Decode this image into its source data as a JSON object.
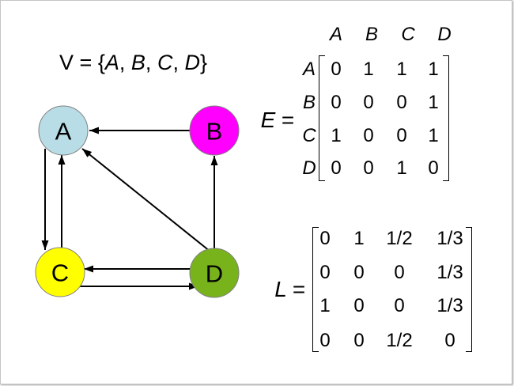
{
  "vertex_set": {
    "name": "V",
    "equals": "=",
    "open": "{",
    "items": [
      "A",
      "B",
      "C",
      "D"
    ],
    "separator": ",",
    "close": "}"
  },
  "graph": {
    "nodes": [
      {
        "label": "A",
        "color": "#b9dde6"
      },
      {
        "label": "B",
        "color": "#ff00ff"
      },
      {
        "label": "C",
        "color": "#ffff00"
      },
      {
        "label": "D",
        "color": "#78b31c"
      }
    ],
    "edges": [
      {
        "from": "B",
        "to": "A"
      },
      {
        "from": "D",
        "to": "A"
      },
      {
        "from": "D",
        "to": "B"
      },
      {
        "from": "A",
        "to": "C"
      },
      {
        "from": "C",
        "to": "A"
      },
      {
        "from": "D",
        "to": "C"
      },
      {
        "from": "C",
        "to": "D"
      }
    ]
  },
  "matrix_E": {
    "name": "E",
    "equals": "=",
    "col_headers": [
      "A",
      "B",
      "C",
      "D"
    ],
    "row_headers": [
      "A",
      "B",
      "C",
      "D"
    ],
    "rows": [
      [
        "0",
        "1",
        "1",
        "1"
      ],
      [
        "0",
        "0",
        "0",
        "1"
      ],
      [
        "1",
        "0",
        "0",
        "1"
      ],
      [
        "0",
        "0",
        "1",
        "0"
      ]
    ]
  },
  "matrix_L": {
    "name": "L",
    "equals": "=",
    "rows": [
      [
        "0",
        "1",
        "1/2",
        "1/3"
      ],
      [
        "0",
        "0",
        "0",
        "1/3"
      ],
      [
        "1",
        "0",
        "0",
        "1/3"
      ],
      [
        "0",
        "0",
        "1/2",
        "0"
      ]
    ]
  }
}
